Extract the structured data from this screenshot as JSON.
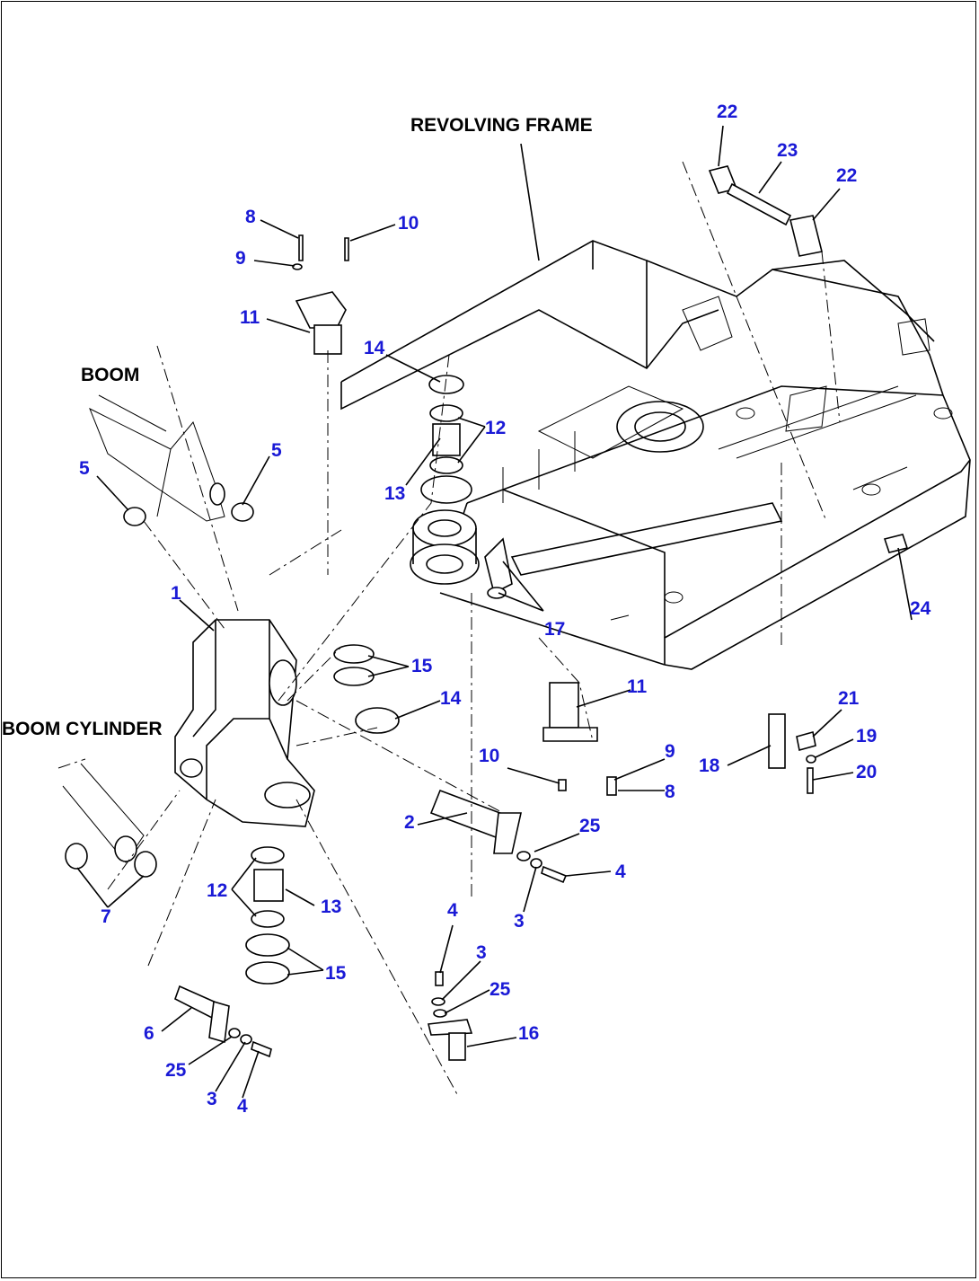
{
  "labels": {
    "revolving_frame": "REVOLVING FRAME",
    "boom": "BOOM",
    "boom_cylinder": "BOOM CYLINDER"
  },
  "callouts": [
    "1",
    "2",
    "3",
    "3",
    "3",
    "4",
    "4",
    "4",
    "5",
    "5",
    "6",
    "7",
    "8",
    "8",
    "9",
    "9",
    "10",
    "10",
    "11",
    "11",
    "12",
    "12",
    "13",
    "13",
    "14",
    "14",
    "15",
    "15",
    "16",
    "17",
    "18",
    "19",
    "20",
    "21",
    "22",
    "22",
    "23",
    "24",
    "25",
    "25",
    "25"
  ],
  "colors": {
    "callout": "#1a1ad6",
    "line": "#000000",
    "background": "#ffffff"
  }
}
